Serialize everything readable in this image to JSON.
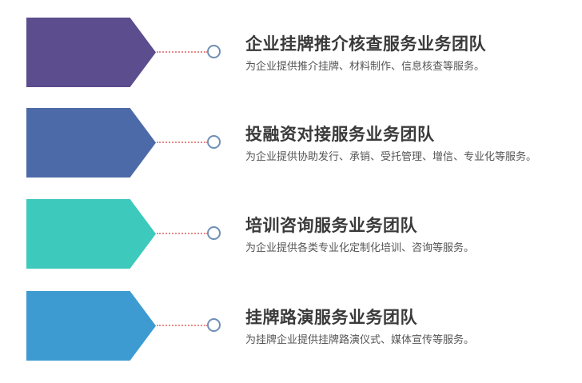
{
  "items": [
    {
      "title": "企业挂牌推介核查服务业务团队",
      "description": "为企业提供推介挂牌、材料制作、信息核查等服务。",
      "color": "#5b4d8e"
    },
    {
      "title": "投融资对接服务业务团队",
      "description": "为企业提供协助发行、承销、受托管理、增信、专业化等服务。",
      "color": "#4d6aa8"
    },
    {
      "title": "培训咨询服务业务团队",
      "description": "为企业提供各类专业化定制化培训、咨询等服务。",
      "color": "#3ec9bd"
    },
    {
      "title": "挂牌路演服务业务团队",
      "description": "为挂牌企业提供挂牌路演仪式、媒体宣传等服务。",
      "color": "#3d9bd1"
    }
  ]
}
